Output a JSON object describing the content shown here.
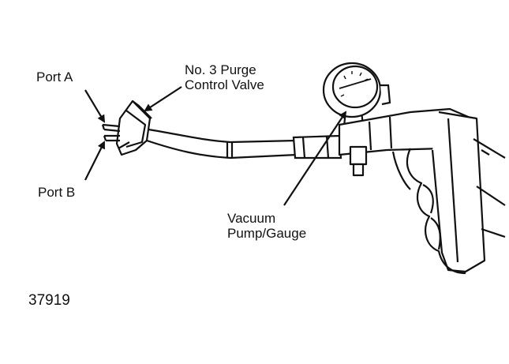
{
  "labels": {
    "port_a": "Port A",
    "port_b": "Port B",
    "valve_line1": "No. 3 Purge",
    "valve_line2": "Control Valve",
    "pump_line1": "Vacuum",
    "pump_line2": "Pump/Gauge",
    "figure_number": "37919"
  },
  "colors": {
    "ink": "#111111",
    "background": "#ffffff"
  }
}
